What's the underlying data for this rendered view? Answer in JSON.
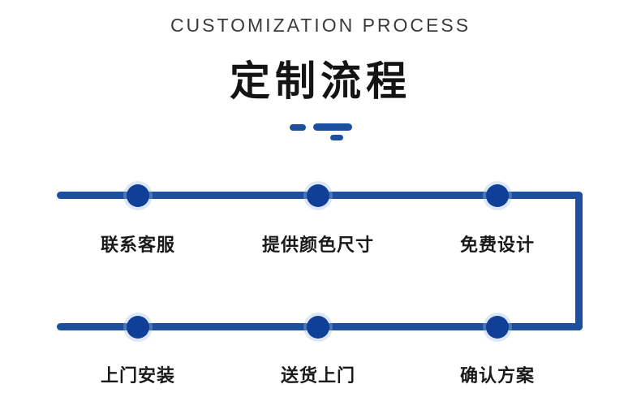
{
  "header": {
    "subtitle": "CUSTOMIZATION PROCESS",
    "title": "定制流程"
  },
  "colors": {
    "accent_line": "#1d4f9f",
    "accent_dot": "#0f3f97",
    "title_text": "#141414",
    "subtitle_text": "#3a3a3a"
  },
  "flow": {
    "rows": [
      {
        "steps": [
          {
            "label": "联系客服"
          },
          {
            "label": "提供颜色尺寸"
          },
          {
            "label": "免费设计"
          }
        ]
      },
      {
        "steps": [
          {
            "label": "上门安装"
          },
          {
            "label": "送货上门"
          },
          {
            "label": "确认方案"
          }
        ]
      }
    ]
  }
}
